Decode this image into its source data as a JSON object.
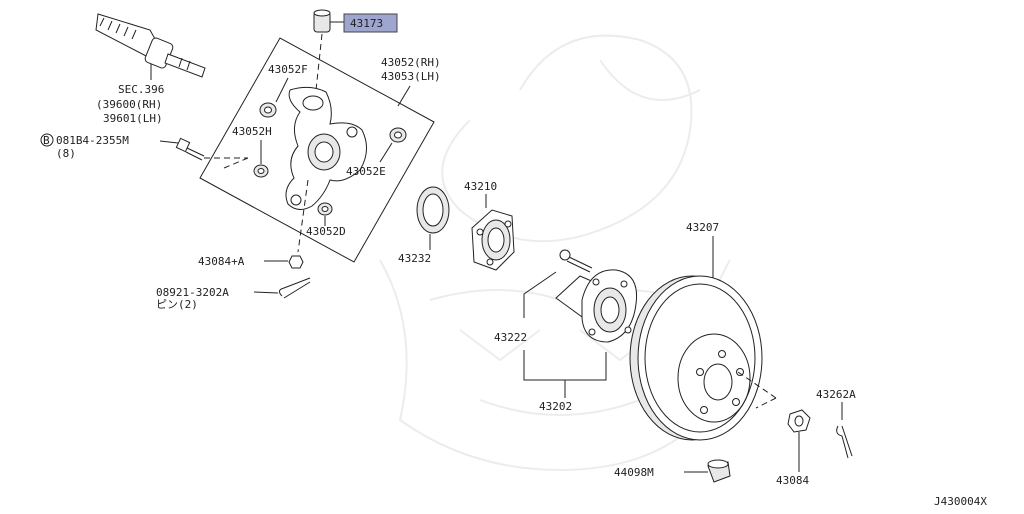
{
  "diagram_id": "J430004X",
  "highlight_color": "#9ea6cf",
  "labels": {
    "p43173": "43173",
    "p43052_rh": "43052(RH)",
    "p43053_lh": "43053(LH)",
    "p43052f": "43052F",
    "p43052h": "43052H",
    "p43052e": "43052E",
    "p43052d": "43052D",
    "sec396": "SEC.396",
    "p39600": "(39600(RH)",
    "p39601": "39601(LH)",
    "bolt": "081B4-2355M",
    "bolt_qty": "(8)",
    "bolt_marker": "B",
    "p43084a": "43084+A",
    "pin08921": "08921-3202A",
    "pin_qty": "ピン(2)",
    "p43232": "43232",
    "p43210": "43210",
    "p43222": "43222",
    "p43202": "43202",
    "p43207": "43207",
    "p43262a": "43262A",
    "p44098m": "44098M",
    "p43084": "43084"
  }
}
